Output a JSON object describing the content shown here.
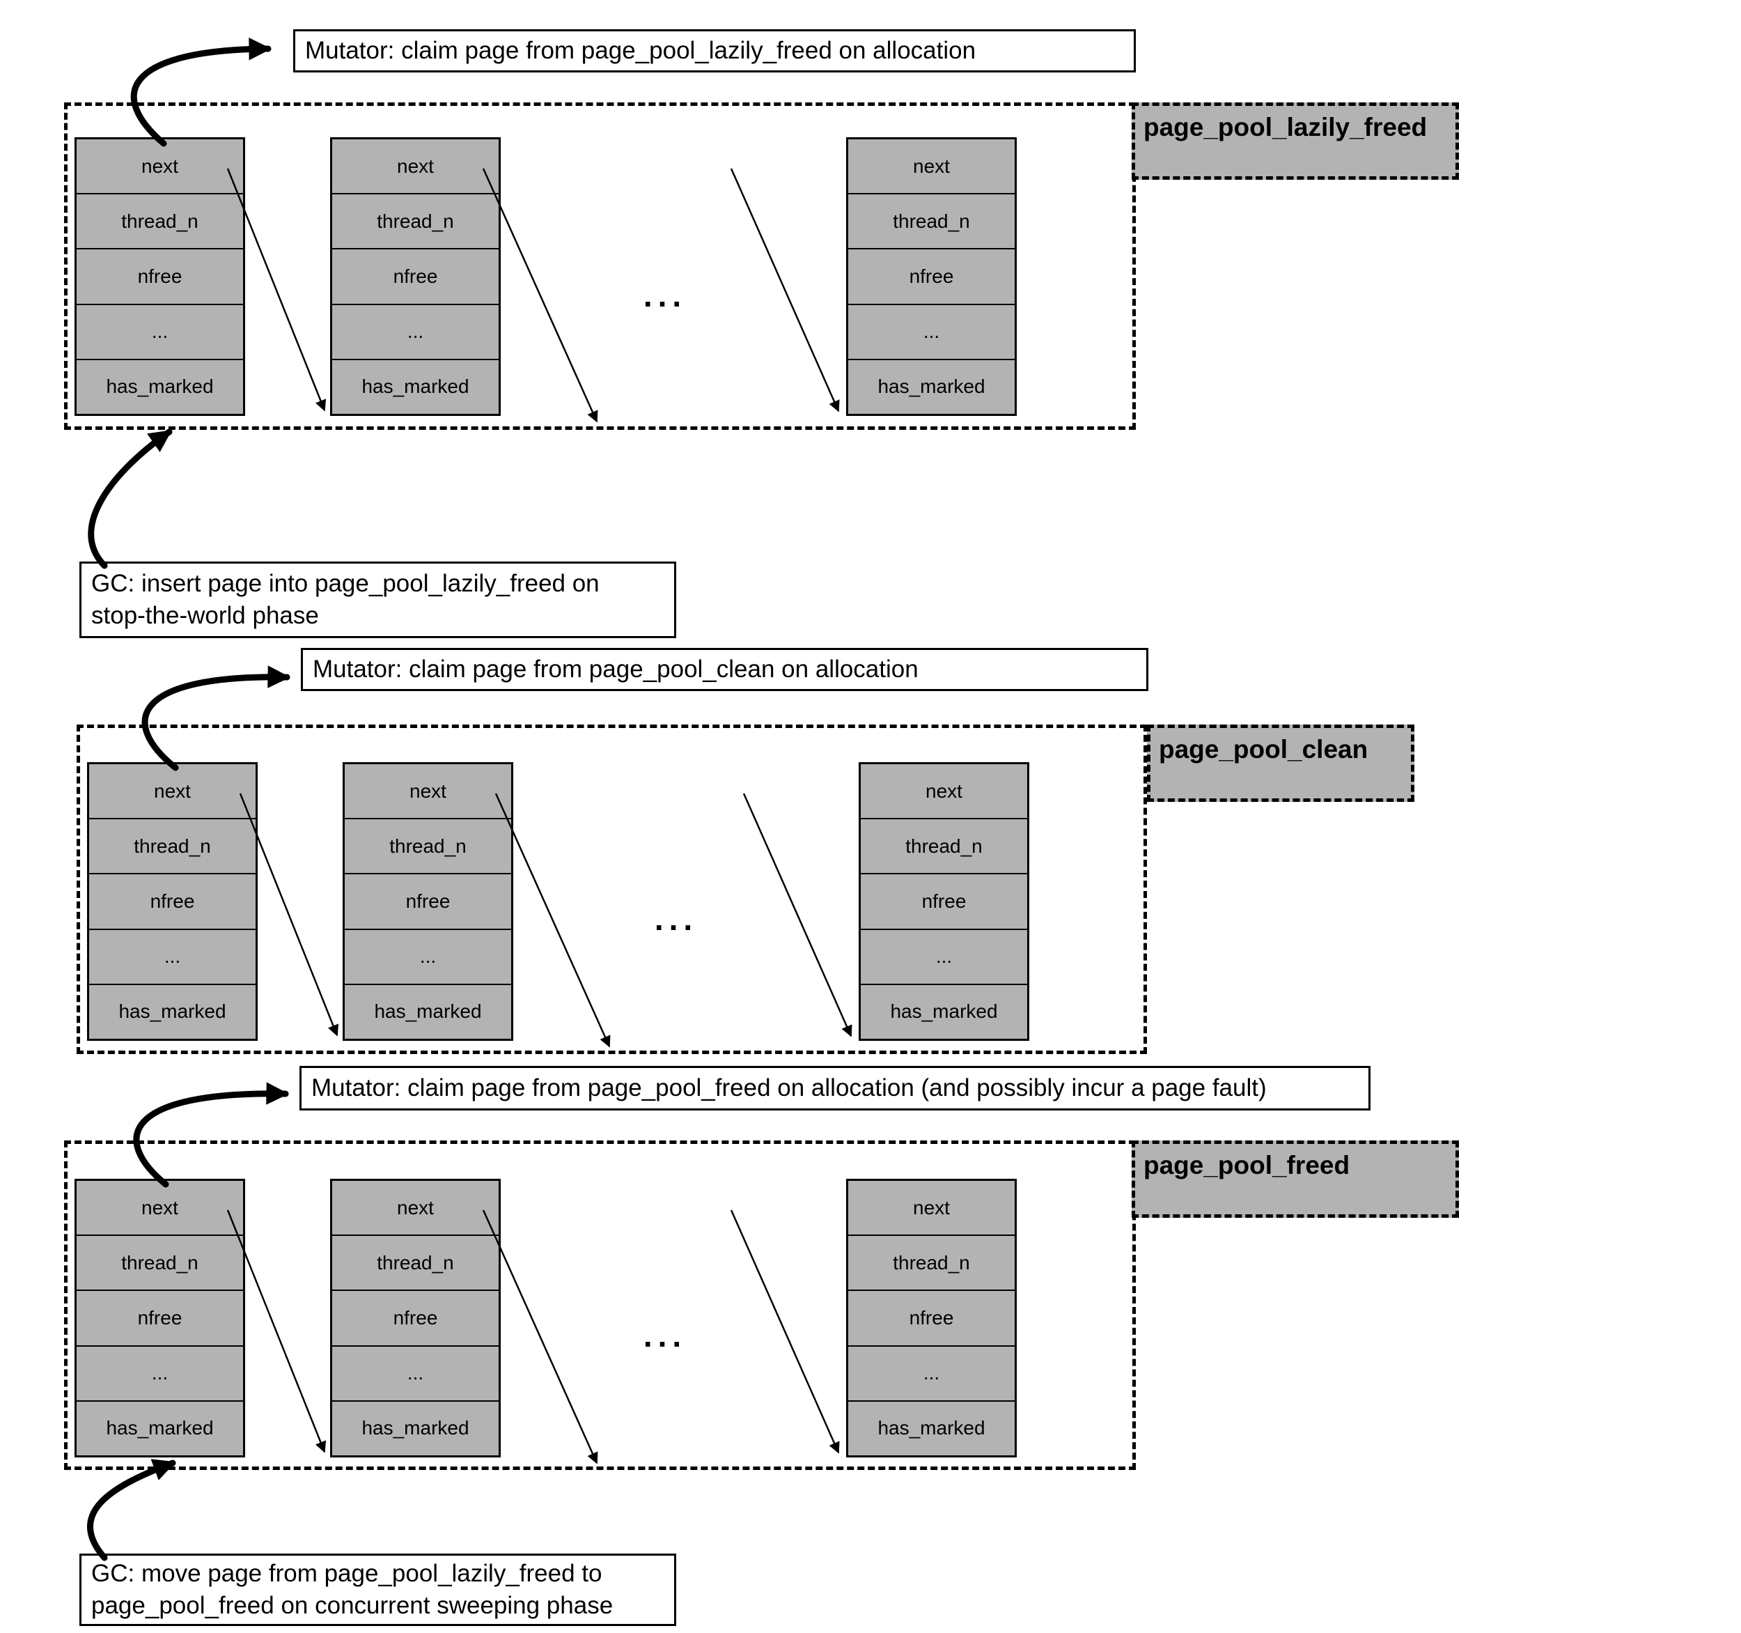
{
  "node_fields": [
    "next",
    "thread_n",
    "nfree",
    "...",
    "has_marked"
  ],
  "ellipsis": "...",
  "colors": {
    "node_fill": "#b3b3b3",
    "label_fill": "#b3b3b3",
    "line": "#000000",
    "background": "#ffffff"
  },
  "sections": [
    {
      "pool_label": "page_pool_lazily_freed",
      "mutator_note": "Mutator: claim page from page_pool_lazily_freed on allocation",
      "gc_note_line1": "GC: insert page into page_pool_lazily_freed on",
      "gc_note_line2": "stop-the-world phase"
    },
    {
      "pool_label": "page_pool_clean",
      "mutator_note": "Mutator: claim page from page_pool_clean on allocation"
    },
    {
      "pool_label": "page_pool_freed",
      "mutator_note": "Mutator: claim page from page_pool_freed on allocation (and possibly incur a page fault)",
      "gc_note_line1": "GC: move page from page_pool_lazily_freed to",
      "gc_note_line2": "page_pool_freed on concurrent sweeping phase"
    }
  ]
}
